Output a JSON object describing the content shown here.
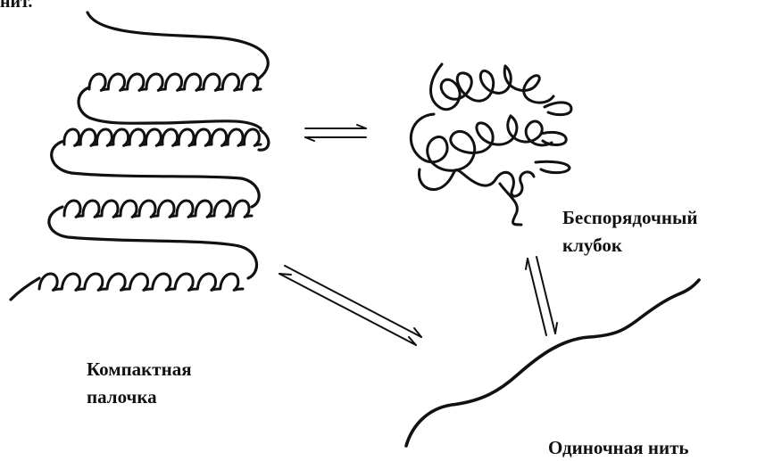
{
  "top_fragment": "нит.",
  "labels": {
    "compact_rod": {
      "line1": "Компактная",
      "line2": "палочка"
    },
    "random_coil": {
      "line1": "Беспорядочный",
      "line2": "клубок"
    },
    "single_strand": {
      "line1": "Одиночная нить"
    }
  },
  "colors": {
    "ink": "#111111",
    "background": "#ffffff"
  }
}
